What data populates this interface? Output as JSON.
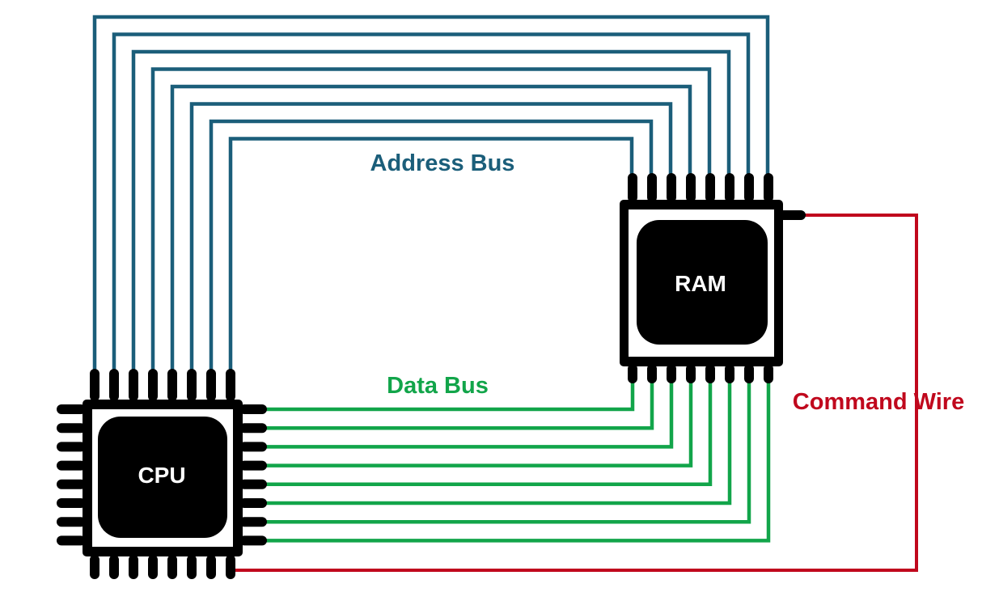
{
  "colors": {
    "address_bus": "#1b5e7a",
    "data_bus": "#12a54a",
    "command_wire": "#c0081d",
    "chip": "#000000",
    "background": "#ffffff"
  },
  "labels": {
    "address_bus": "Address Bus",
    "data_bus": "Data Bus",
    "command_wire": "Command Wire",
    "cpu": "CPU",
    "ram": "RAM"
  }
}
